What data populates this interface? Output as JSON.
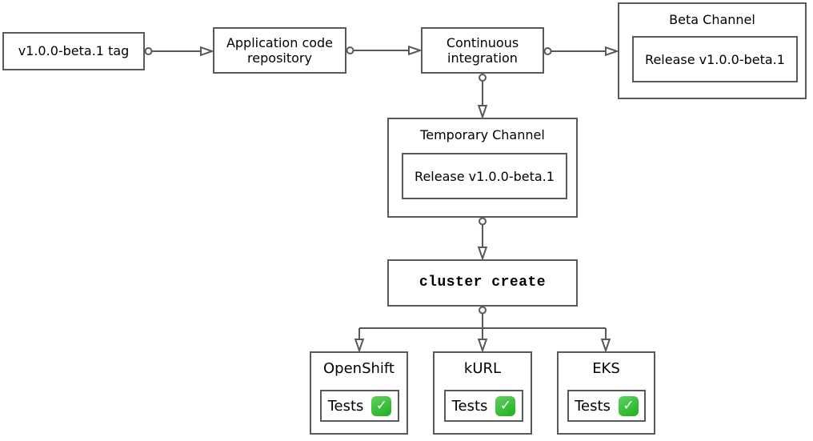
{
  "colors": {
    "stroke": "#595959",
    "text": "#000000",
    "background": "#ffffff",
    "check_top": "#5fd35f",
    "check_bottom": "#1faf1f",
    "check_fg": "#ffffff"
  },
  "nodes": {
    "tag": {
      "label": "v1.0.0-beta.1 tag"
    },
    "repo": {
      "label": "Application code repository"
    },
    "ci": {
      "label": "Continuous integration"
    },
    "beta_channel": {
      "title": "Beta Channel",
      "release_label": "Release v1.0.0-beta.1"
    },
    "temporary_channel": {
      "title": "Temporary Channel",
      "release_label": "Release v1.0.0-beta.1"
    },
    "cluster_create": {
      "label": "cluster create"
    },
    "clusters": [
      {
        "title": "OpenShift",
        "tests_label": "Tests",
        "status_icon": "check-mark-button"
      },
      {
        "title": "kURL",
        "tests_label": "Tests",
        "status_icon": "check-mark-button"
      },
      {
        "title": "EKS",
        "tests_label": "Tests",
        "status_icon": "check-mark-button"
      }
    ]
  },
  "icons": {
    "check_glyph": "✓"
  }
}
